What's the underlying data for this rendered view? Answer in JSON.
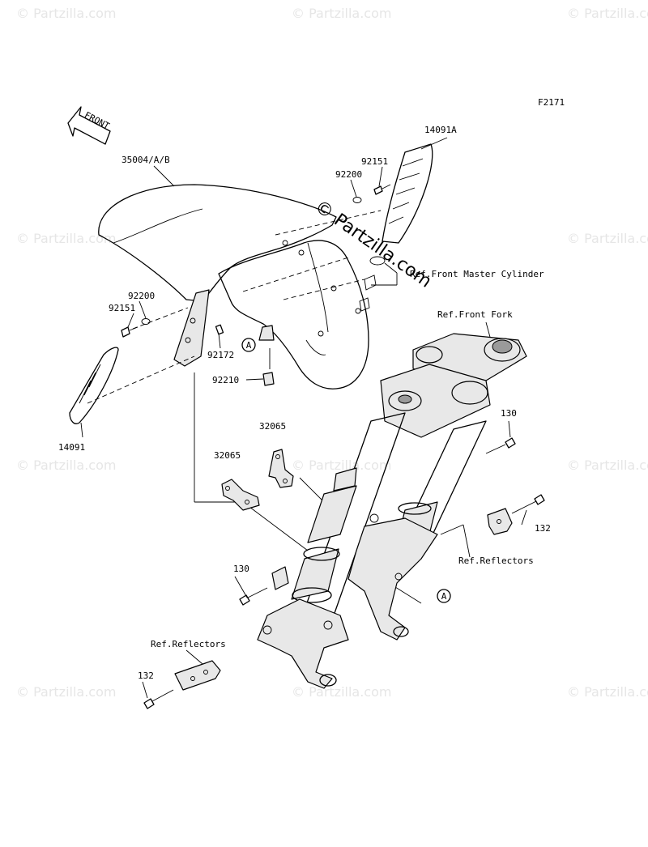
{
  "figure_code": "F2171",
  "direction_label": "FRONT",
  "watermark": "© Partzilla.com",
  "center_watermark": "© Partzilla.com",
  "callout_marker": "A",
  "labels": {
    "fender": "35004/A/B",
    "cover_right": "14091A",
    "cover_left": "14091",
    "bolt_right": "92151",
    "washer_right": "92200",
    "washer_left": "92200",
    "bolt_left": "92151",
    "stud": "92172",
    "nut": "92210",
    "bracket_upper": "32065",
    "bracket_lower": "32065",
    "bolt_130_right": "130",
    "bolt_130_left": "130",
    "bolt_132_right": "132",
    "bolt_132_left": "132",
    "ref_master_cylinder": "Ref.Front Master Cylinder",
    "ref_front_fork": "Ref.Front Fork",
    "ref_reflectors_right": "Ref.Reflectors",
    "ref_reflectors_left": "Ref.Reflectors"
  }
}
